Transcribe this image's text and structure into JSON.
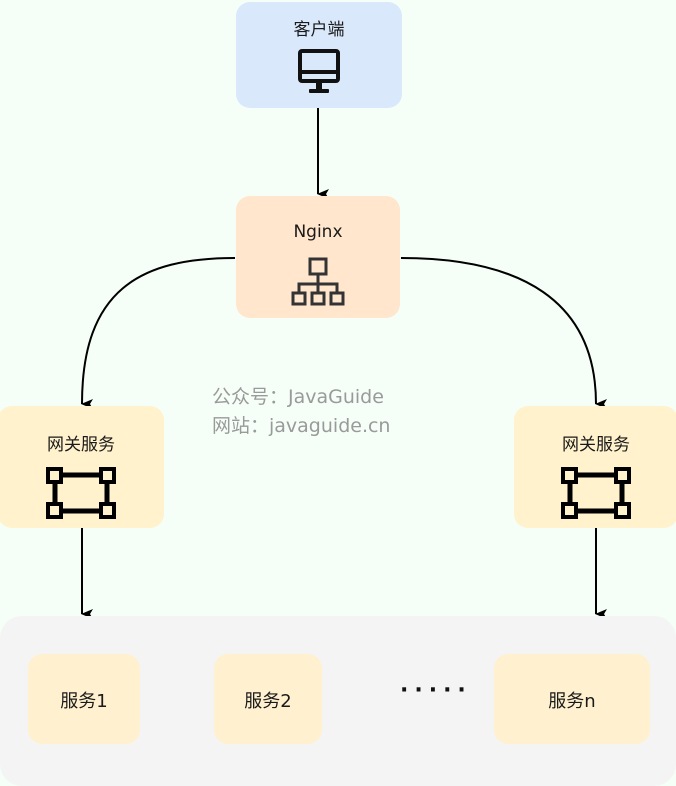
{
  "nodes": {
    "client": {
      "label": "客户端",
      "icon": "monitor-icon",
      "color": "#dae8fc"
    },
    "nginx": {
      "label": "Nginx",
      "icon": "sitemap-icon",
      "color": "#ffe6cc"
    },
    "gateway_left": {
      "label": "网关服务",
      "icon": "bounding-box-icon",
      "color": "#fff2cc"
    },
    "gateway_right": {
      "label": "网关服务",
      "icon": "bounding-box-icon",
      "color": "#fff2cc"
    }
  },
  "services": {
    "container_color": "#f5f5f5",
    "items": [
      {
        "label": "服务1"
      },
      {
        "label": "服务2"
      },
      {
        "label": "服务n"
      }
    ],
    "ellipsis": "·····"
  },
  "watermark": {
    "line1": "公众号：JavaGuide",
    "line2": "网站：javaguide.cn"
  },
  "edges": [
    {
      "from": "client",
      "to": "nginx"
    },
    {
      "from": "nginx",
      "to": "gateway_left"
    },
    {
      "from": "nginx",
      "to": "gateway_right"
    },
    {
      "from": "gateway_left",
      "to": "services"
    },
    {
      "from": "gateway_right",
      "to": "services"
    }
  ]
}
